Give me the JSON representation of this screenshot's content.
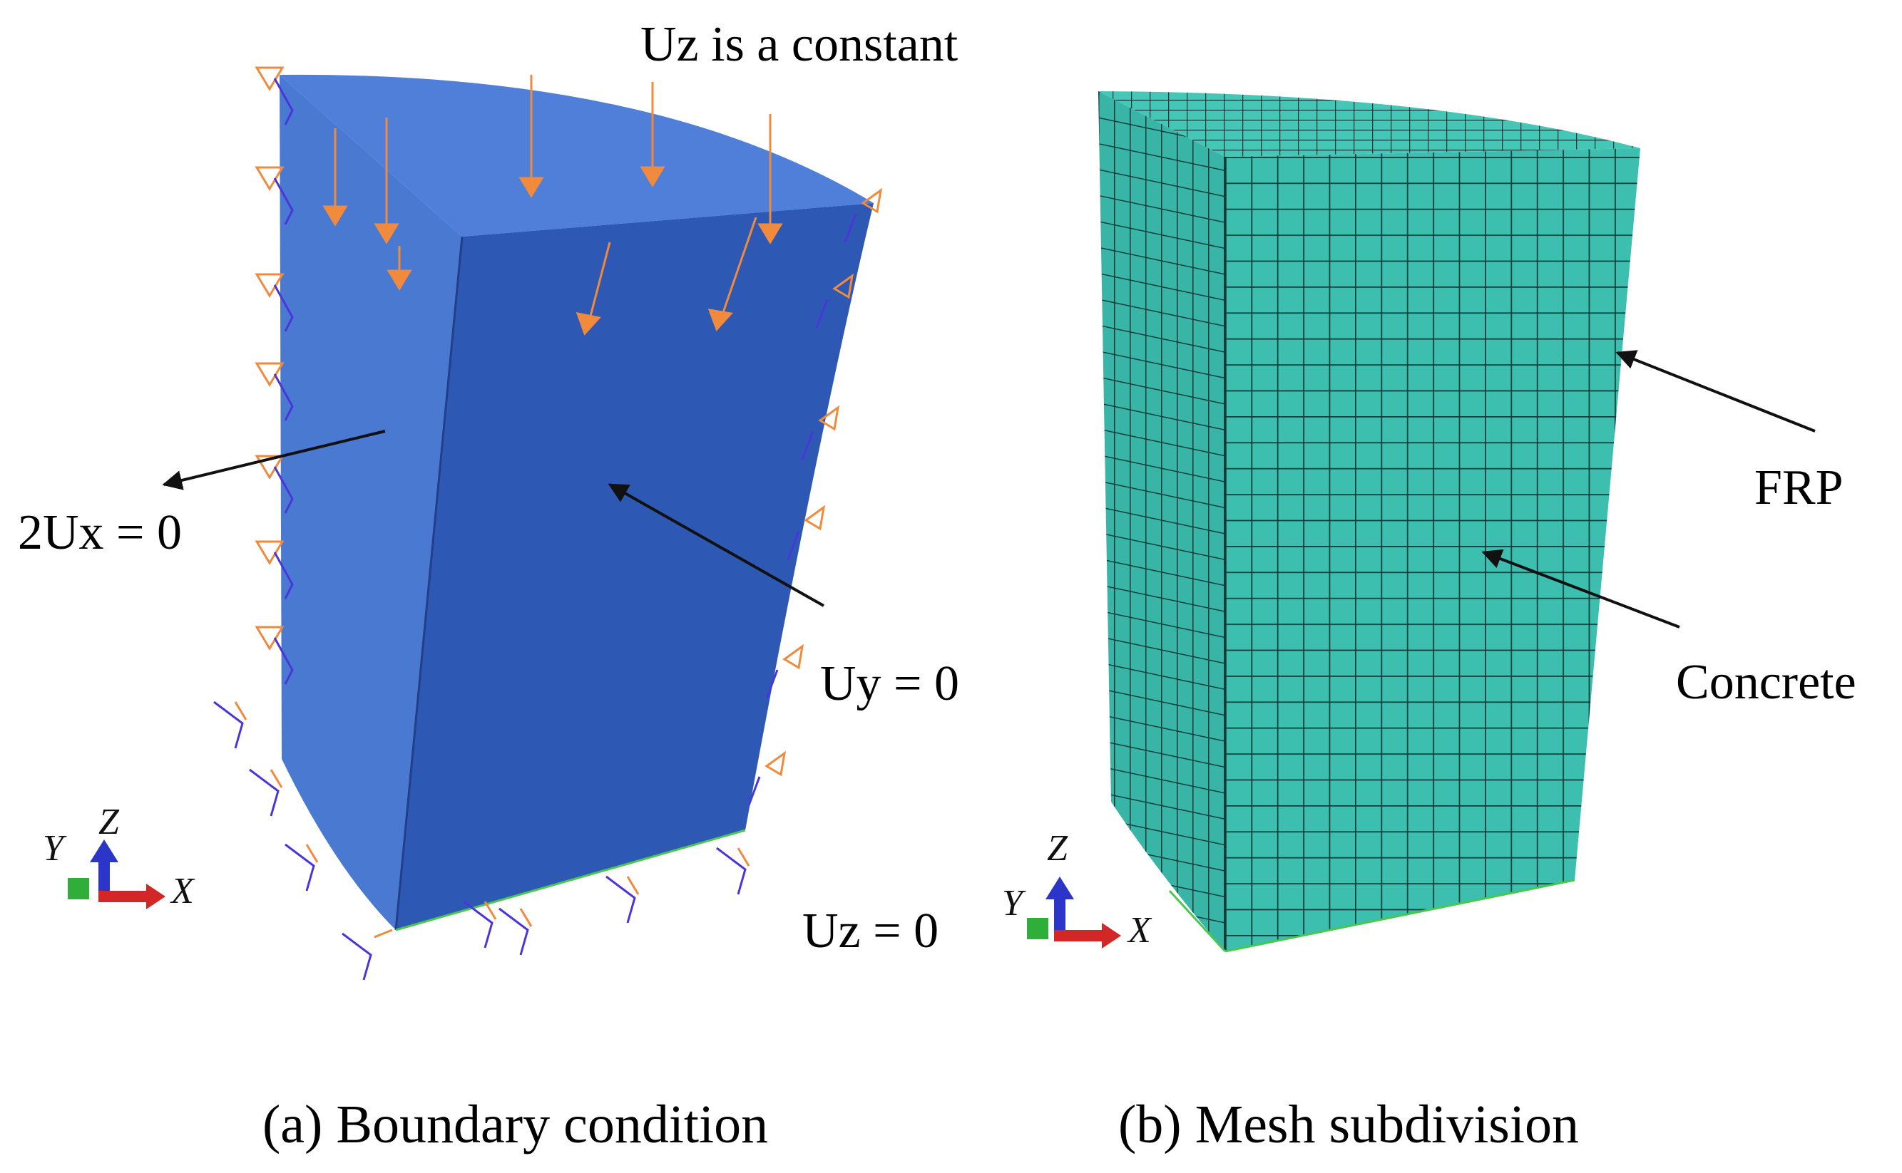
{
  "panel_a": {
    "label_top": "Uz is a constant",
    "label_left": "2Ux = 0",
    "label_right": "Uy = 0",
    "label_bottom": "Uz = 0",
    "caption": "(a) Boundary condition",
    "axis": {
      "x": "X",
      "y": "Y",
      "z": "Z"
    },
    "colors": {
      "face_light": "#4a79d2",
      "face_dark": "#2d58b4",
      "bc_symbol": "#f08a3c",
      "bc_wire": "#4a36d8"
    }
  },
  "panel_b": {
    "label_frp": "FRP",
    "label_concrete": "Concrete",
    "caption": "(b) Mesh subdivision",
    "axis": {
      "x": "X",
      "y": "Y",
      "z": "Z"
    },
    "colors": {
      "mesh_fill": "#3dbfb0",
      "mesh_line": "#0f3d3a",
      "edge": "#49c84f"
    }
  }
}
